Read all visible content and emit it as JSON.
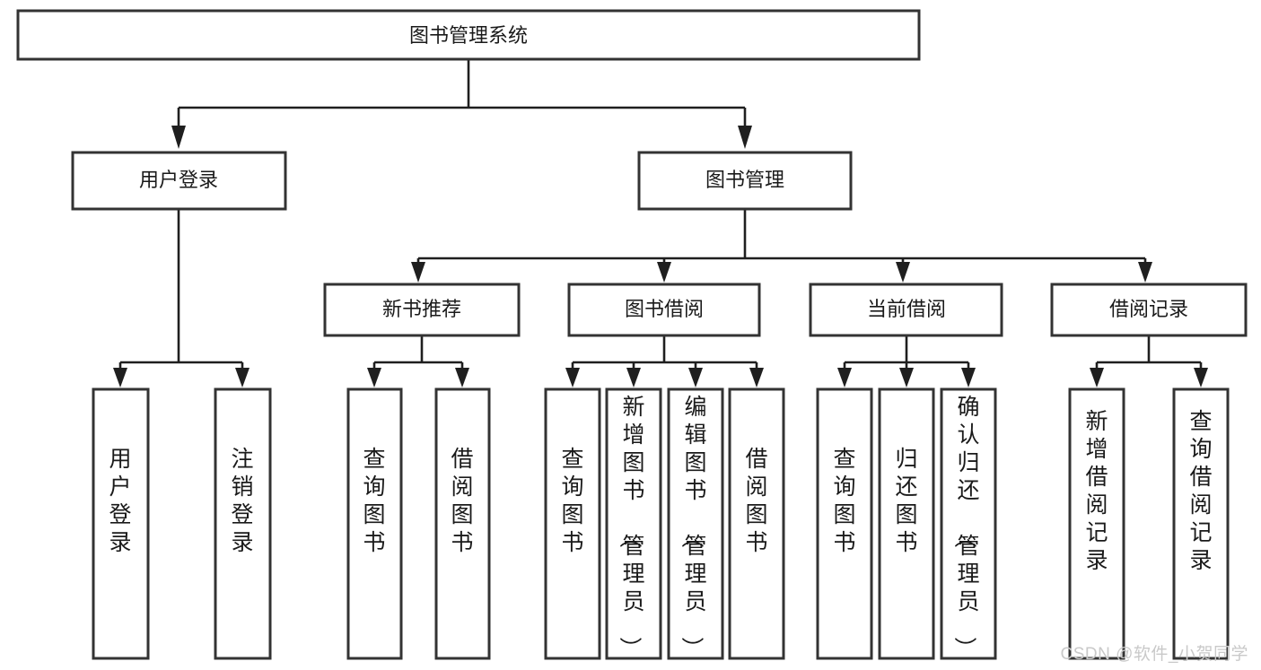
{
  "diagram": {
    "title": "图书管理系统",
    "type": "function-hierarchy-tree",
    "watermark": "CSDN @软件_小贺同学",
    "root": {
      "label": "图书管理系统"
    },
    "level2": [
      {
        "label": "用户登录"
      },
      {
        "label": "图书管理"
      }
    ],
    "level3": [
      {
        "label": "新书推荐"
      },
      {
        "label": "图书借阅"
      },
      {
        "label": "当前借阅"
      },
      {
        "label": "借阅记录"
      }
    ],
    "leaves": {
      "user_login": [
        {
          "label": "用户登录"
        },
        {
          "label": "注销登录"
        }
      ],
      "new_book_recommend": [
        {
          "label": "查询图书"
        },
        {
          "label": "借阅图书"
        }
      ],
      "book_borrow": [
        {
          "label": "查询图书"
        },
        {
          "label": "新增图书（管理员）"
        },
        {
          "label": "编辑图书（管理员）"
        },
        {
          "label": "借阅图书"
        }
      ],
      "current_borrow": [
        {
          "label": "查询图书"
        },
        {
          "label": "归还图书"
        },
        {
          "label": "确认归还（管理员）"
        }
      ],
      "borrow_record": [
        {
          "label": "新增借阅记录"
        },
        {
          "label": "查询借阅记录"
        }
      ]
    },
    "colors": {
      "box_stroke": "#333333",
      "box_fill": "#ffffff",
      "connector": "#1f1f1f",
      "label_text": "#1a1a1a",
      "watermark": "#c9c9c9",
      "background": "#ffffff"
    }
  }
}
